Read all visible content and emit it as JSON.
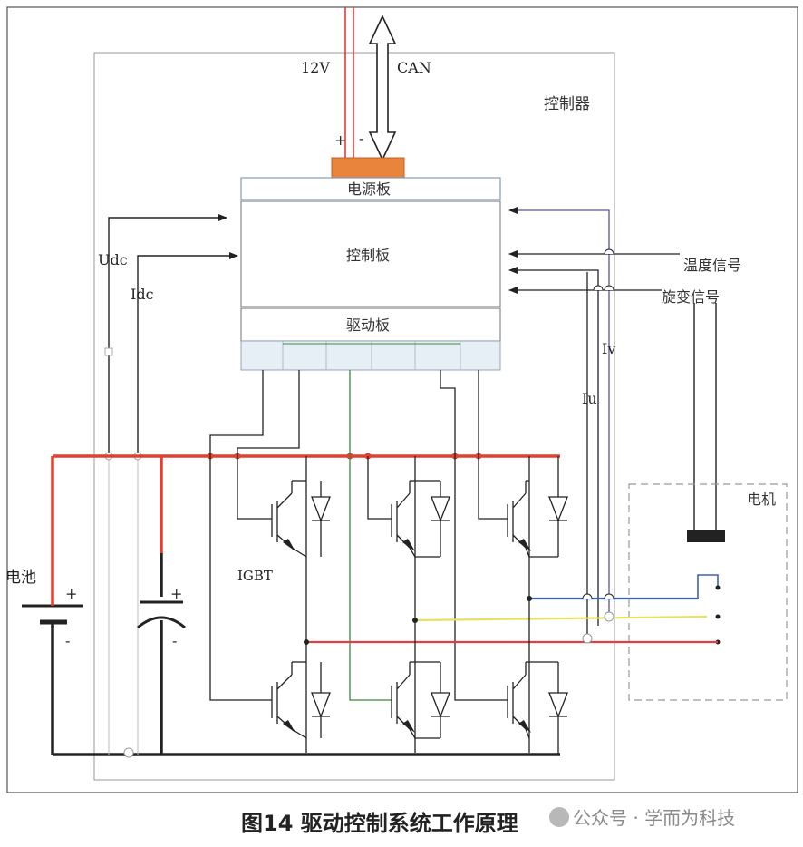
{
  "diagram": {
    "labels": {
      "v12": "12V",
      "can": "CAN",
      "plus_top": "+",
      "minus_top": "-",
      "controller": "控制器",
      "power_board": "电源板",
      "control_board": "控制板",
      "drive_board": "驱动板",
      "udc": "Udc",
      "idc": "Idc",
      "temp_signal": "温度信号",
      "resolver_signal": "旋变信号",
      "iv": "Iv",
      "iu": "Iu",
      "motor": "电机",
      "battery": "电池",
      "battery_plus": "+",
      "battery_minus": "-",
      "cap_plus": "+",
      "cap_minus": "-",
      "igbt": "IGBT"
    }
  },
  "caption": "图14 驱动控制系统工作原理",
  "watermark": "公众号 · 学而为科技",
  "colors": {
    "dc_positive": "#e04030",
    "dc_negative": "#222222",
    "phase_u": "#e04040",
    "phase_v": "#e8e060",
    "phase_w": "#4060b0",
    "connector": "#e8843c",
    "signal_purple": "#6050a0",
    "signal_green": "#3a8a3a",
    "power_line": "#e03030"
  }
}
